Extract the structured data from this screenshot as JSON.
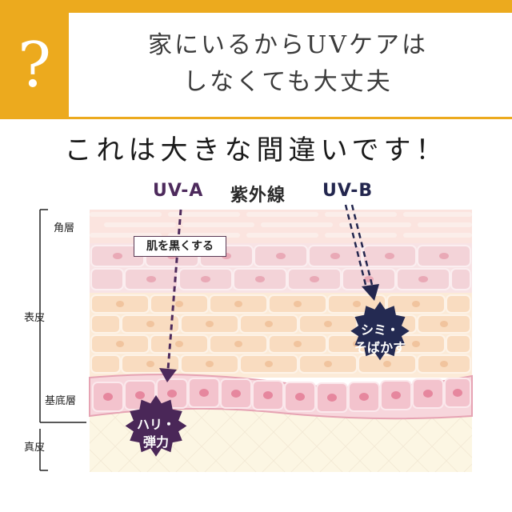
{
  "header": {
    "question_mark": "?",
    "line1": "家にいるからUVケアは",
    "line2": "しなくても大丈夫"
  },
  "statement": "これは大きな間違いです！",
  "uv": {
    "uva_label": "UV-A",
    "title": "紫外線",
    "uvb_label": "UV-B"
  },
  "layers": {
    "stratum_corneum": "角層",
    "epidermis": "表皮",
    "basal_layer": "基底層",
    "dermis": "真皮"
  },
  "uva_effect_sign": "肌を黒くする",
  "badges": {
    "uvb_line1": "シミ・",
    "uvb_line2": "そばかす",
    "uva_line1": "ハリ・",
    "uva_line2": "弾力"
  },
  "colors": {
    "accent": "#ecaa1e",
    "uva": "#4d2a5c",
    "uvb": "#23264e"
  }
}
